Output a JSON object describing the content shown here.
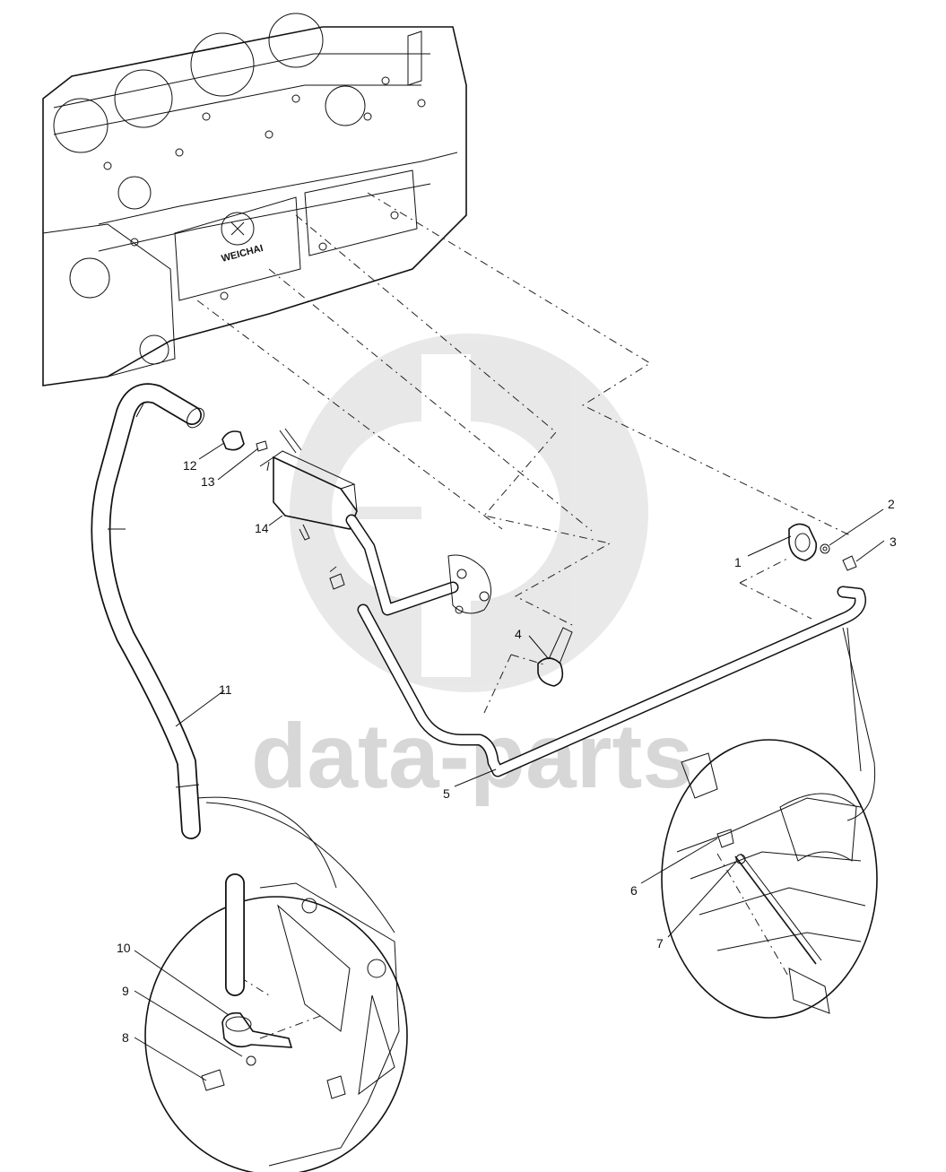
{
  "diagram": {
    "engine_brand": "WEICHAI",
    "watermark_text": "data-parts",
    "part_labels": [
      "1",
      "2",
      "3",
      "4",
      "5",
      "6",
      "7",
      "8",
      "9",
      "10",
      "11",
      "12",
      "13",
      "14"
    ]
  }
}
